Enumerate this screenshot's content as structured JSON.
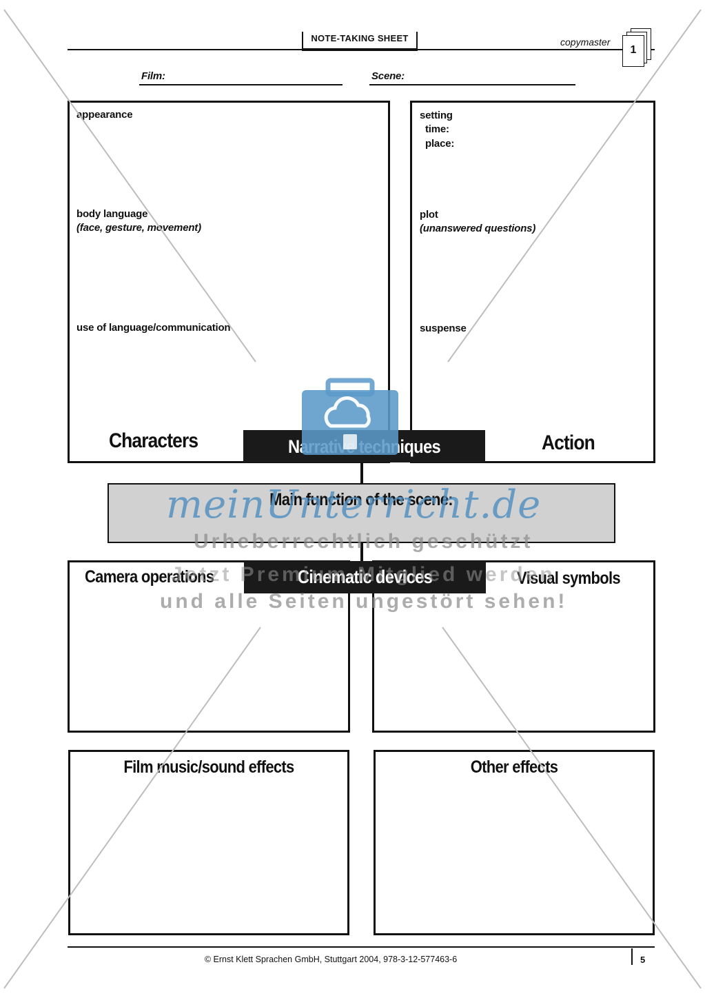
{
  "header": {
    "sheet_title": "NOTE-TAKING SHEET",
    "copymaster_label": "copymaster",
    "copymaster_number": "1",
    "film_label": "Film:",
    "scene_label": "Scene:"
  },
  "characters_box": {
    "title": "Characters",
    "prompts": [
      {
        "label": "appearance",
        "sub": ""
      },
      {
        "label": "body language",
        "sub": "(face, gesture, movement)"
      },
      {
        "label": "use of language/communication",
        "sub": ""
      }
    ]
  },
  "action_box": {
    "title": "Action",
    "setting_label": "setting",
    "time_label": "time:",
    "place_label": "place:",
    "plot_label": "plot",
    "plot_sub": "(unanswered questions)",
    "suspense_label": "suspense"
  },
  "narrative_bar": "Narrative techniques",
  "main_function_label": "Main function of the scene:",
  "cinematic_bar": "Cinematic devices",
  "boxes": {
    "camera": "Camera operations",
    "visual": "Visual symbols",
    "music": "Film music/sound effects",
    "other": "Other effects"
  },
  "footer": {
    "copyright": "© Ernst Klett Sprachen GmbH, Stuttgart 2004, 978-3-12-577463-6",
    "page_number": "5"
  },
  "watermark": {
    "brand": "meinUnterricht.de",
    "line1": "Urheberrechtlich geschützt",
    "line2": "Jetzt Premium-Mitglied werden",
    "line3": "und alle Seiten ungestört sehen!",
    "color": "#4f8fc0"
  }
}
